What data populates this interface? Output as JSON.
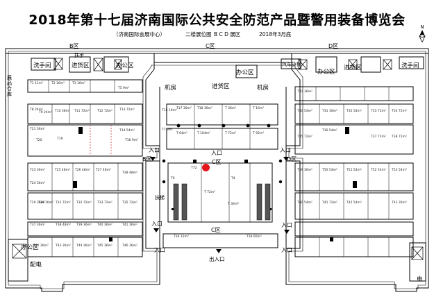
{
  "header": {
    "title": "2018年第十七届济南国际公共安全防范产品暨警用装备博览会",
    "venue": "（济南国际会展中心）",
    "floor_plan": "二楼展位图",
    "zones_note": "B  C  D  展区",
    "date": "2018年3月底"
  },
  "compass": {
    "north": "N"
  },
  "zones": {
    "b": "B区",
    "c": "C区",
    "d": "D区",
    "b_inner": "B区",
    "c_inner": "C区",
    "d_inner": "D区",
    "c_bottom": "C区"
  },
  "facilities": {
    "restroom_b": "洗手间",
    "restroom_d": "洗手间",
    "cargo_b": "进货区",
    "cargo_d": "进货区",
    "office_b": "办公区",
    "office_c": "办公区",
    "office_d": "办公区",
    "office_bl": "办公区",
    "machine_left": "机房",
    "machine_right": "机房",
    "cargo_c": "进货区",
    "parking": "汽车货梯",
    "power_bl": "配电",
    "power_br": "电",
    "escalator": "扶梯",
    "window_b": "扶手",
    "storage": "展品仓库"
  },
  "entrances": {
    "b_left": "入口",
    "b_top": "入口",
    "c_top": "入口",
    "c_left": "入口",
    "c_right": "入口",
    "d_top": "入口",
    "d_bottom": "入口",
    "main_exit": "出入口"
  },
  "booths": {
    "t1": "T1 11m²",
    "t2": "T2 16m²",
    "t3": "T3 16m²",
    "t5": "T5 9m²",
    "t7": "T7 9m²",
    "t8": "T8 24m²",
    "t9": "T9 24m²",
    "t10": "T10 38m²",
    "t11": "T11 72m²",
    "t12": "T12 72m²",
    "t13": "T13 72m²",
    "t14": "T14 54m²",
    "t15": "T15 16m²",
    "t16": "T16 9m²",
    "t17": "T17 36m²",
    "t18": "T18 36m²",
    "t19": "T19",
    "t20": "T20",
    "t21": "T21 36m²",
    "t22": "T22 36m²",
    "t23": "T23 36m²",
    "t24": "T24 36m²",
    "t25": "T25 48m²",
    "t26": "T26 48m²",
    "t27": "T27 48m²",
    "t28": "T28 48m²",
    "t29": "T29 36m²",
    "t30": "T30 16m²",
    "t31": "T31 72m²",
    "t32": "T32 72m²",
    "t33": "T33 72m²",
    "t34": "T34 12m²",
    "t35": "T35 72m²",
    "t36": "T36 60m²",
    "t37": "T37 36m²",
    "t38": "T38 48m²",
    "t39": "T39 36m²",
    "t40": "T40 36m²",
    "t41": "T41 36m²",
    "t42": "T42 36m²",
    "t43": "T43 36m²",
    "t44": "T44 36m²",
    "t45": "T45 36m²",
    "t46": "T46 36m²",
    "t50": "T50 54m²",
    "t51": "T51 54m²",
    "t52": "T52 54m²",
    "t53": "T53 54m²",
    "t4": "T4",
    "t6": "T6",
    "t72": "T72",
    "t_c1": "T 36m²",
    "t_c2": "T 16m²",
    "t_c3": "T 64m²",
    "t_c4": "T 104m²",
    "t_c5": "T 72m²",
    "t_c6": "T 92m²",
    "t_c7": "T 72m²",
    "t_c8": "T 36m²",
    "t_d1": "T30 54m²",
    "t_d2": "T31 16m²",
    "t_d3": "T32 54m²",
    "t_d4": "T33 72m²",
    "t_d5": "T34 72m²",
    "t_d6": "T35 72m²",
    "t_d7": "T36 54m²",
    "t_d8": "T37 72m²",
    "t_d9": "T38 72m²",
    "t_d10": "T39 36m²",
    "t_d11": "T40 54m²",
    "t_d12": "T41 72m²",
    "t_d13": "T42 54m²",
    "t_d14": "T43 36m²"
  }
}
